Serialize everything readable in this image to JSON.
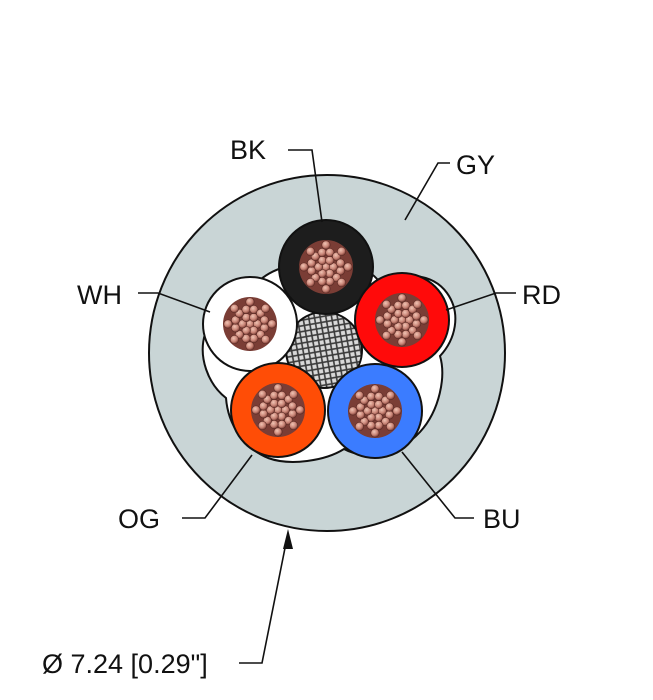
{
  "diagram": {
    "labels": {
      "bk": "BK",
      "gy": "GY",
      "wh": "WH",
      "rd": "RD",
      "og": "OG",
      "bu": "BU",
      "diameter": "Ø 7.24 [0.29\"]"
    },
    "colors": {
      "jacket": "#c9d5d6",
      "black": "#1d1d1d",
      "white": "#ffffff",
      "red": "#ff0a0a",
      "orange": "#ff4d06",
      "blue": "#3b7cff",
      "copper": "#c98577",
      "shield": "#8a8a8a"
    }
  }
}
